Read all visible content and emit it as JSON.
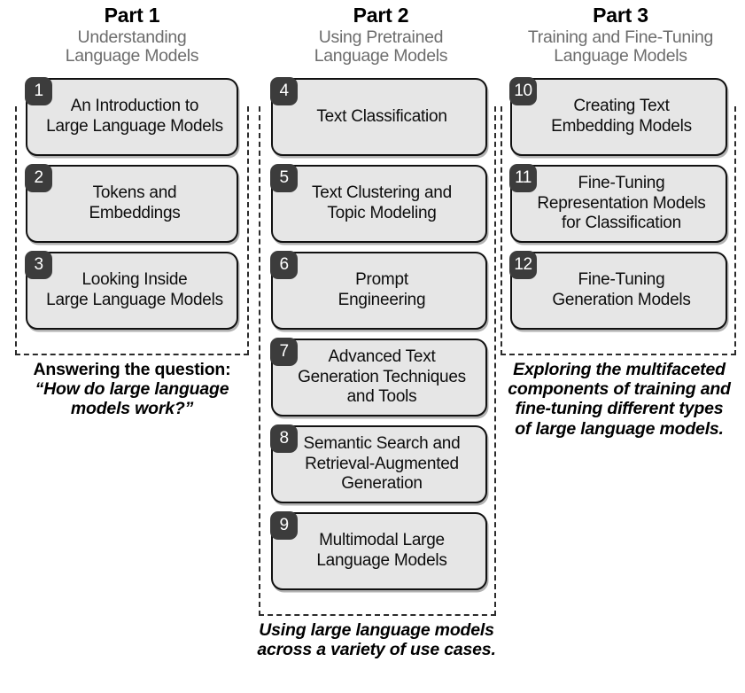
{
  "diagram": {
    "title": "Book structure overview: Hands-On Large Language Models parts and chapters",
    "box_fill": "#e6e6e6",
    "box_border": "#111111",
    "badge_fill": "#3c3c3c",
    "badge_text_color": "#ffffff",
    "subtitle_color": "#6d6d6d",
    "dashed_border_color": "#2b2b2b"
  },
  "columns": [
    {
      "id": "part-1",
      "heading": {
        "title": "Part 1",
        "subtitle_lines": [
          "Understanding",
          "Language Models"
        ]
      },
      "chapters": [
        {
          "number": "1",
          "title_lines": [
            "An Introduction to",
            "Large Language Models"
          ]
        },
        {
          "number": "2",
          "title_lines": [
            "Tokens and",
            "Embeddings"
          ]
        },
        {
          "number": "3",
          "title_lines": [
            "Looking Inside",
            "Large Language Models"
          ]
        }
      ],
      "caption": {
        "lead": "Answering the question:",
        "italic_lines": [
          "“How do large language",
          "models work?”"
        ]
      }
    },
    {
      "id": "part-2",
      "heading": {
        "title": "Part 2",
        "subtitle_lines": [
          "Using Pretrained",
          "Language Models"
        ]
      },
      "chapters": [
        {
          "number": "4",
          "title_lines": [
            "Text Classification"
          ]
        },
        {
          "number": "5",
          "title_lines": [
            "Text Clustering and",
            "Topic Modeling"
          ]
        },
        {
          "number": "6",
          "title_lines": [
            "Prompt",
            "Engineering"
          ]
        },
        {
          "number": "7",
          "title_lines": [
            "Advanced Text",
            "Generation Techniques",
            "and Tools"
          ]
        },
        {
          "number": "8",
          "title_lines": [
            "Semantic Search and",
            "Retrieval-Augmented",
            "Generation"
          ]
        },
        {
          "number": "9",
          "title_lines": [
            "Multimodal Large",
            "Language Models"
          ]
        }
      ],
      "caption": {
        "lead": "",
        "italic_lines": [
          "Using large language models",
          "across a variety of use cases."
        ]
      }
    },
    {
      "id": "part-3",
      "heading": {
        "title": "Part 3",
        "subtitle_lines": [
          "Training and Fine-Tuning",
          "Language Models"
        ]
      },
      "chapters": [
        {
          "number": "10",
          "title_lines": [
            "Creating Text",
            "Embedding Models"
          ]
        },
        {
          "number": "11",
          "title_lines": [
            "Fine-Tuning",
            "Representation Models",
            "for Classification"
          ]
        },
        {
          "number": "12",
          "title_lines": [
            "Fine-Tuning",
            "Generation Models"
          ]
        }
      ],
      "caption": {
        "lead": "",
        "italic_lines": [
          "Exploring the multifaceted",
          "components of training and",
          "fine-tuning different types",
          "of large language models."
        ]
      }
    }
  ]
}
